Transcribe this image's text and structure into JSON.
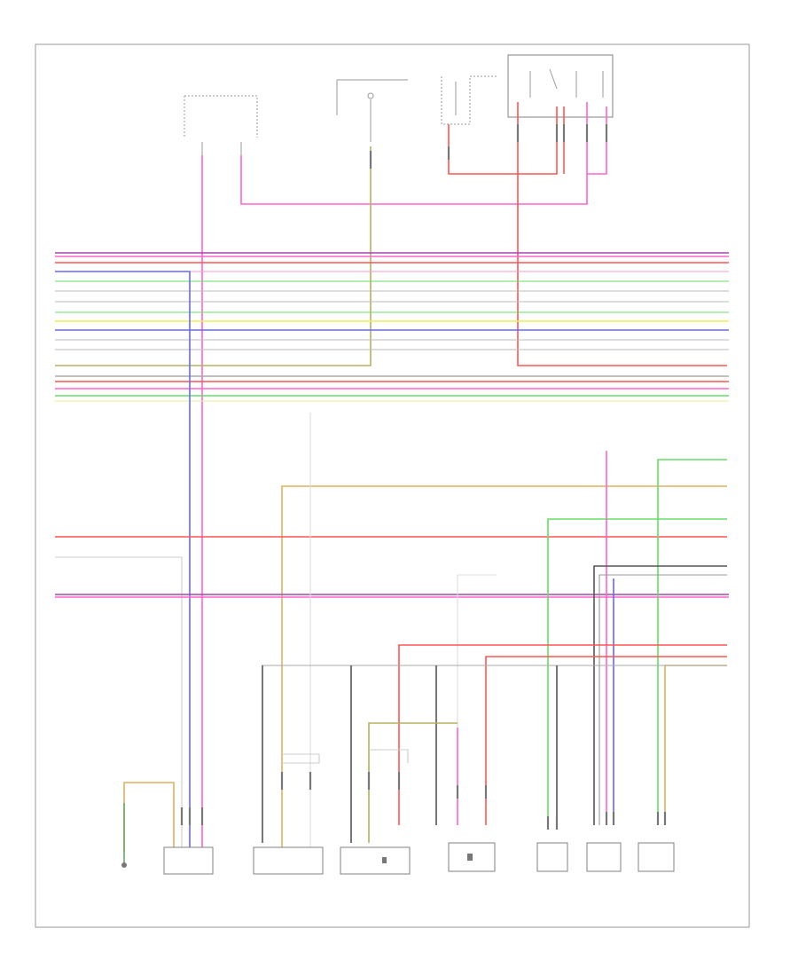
{
  "diagram": {
    "footer_code": "",
    "colors": {
      "frame": "#9a9a9a",
      "component": "#808080",
      "pink": "#ff66cc",
      "blue": "#6666ff",
      "red": "#ff5555",
      "olive": "#b5b060",
      "orange": "#e0b060",
      "green": "#66dd66",
      "yellow": "#eeee55",
      "gray": "#aaaaaa",
      "purple": "#aa44aa",
      "black": "#555555"
    },
    "components": [
      {
        "id": "top-left-module",
        "label": ""
      },
      {
        "id": "top-center-sensor",
        "label": ""
      },
      {
        "id": "top-switch",
        "label": ""
      },
      {
        "id": "top-right-relay",
        "label": ""
      },
      {
        "id": "ground-point",
        "label": ""
      },
      {
        "id": "clutch-switch",
        "label": ""
      },
      {
        "id": "speed-sensor-a",
        "label": ""
      },
      {
        "id": "speed-sensor-b",
        "label": ""
      },
      {
        "id": "speed-sensor-c",
        "label": ""
      },
      {
        "id": "transmission-sensor",
        "label": ""
      },
      {
        "id": "camshaft-sensor-a",
        "label": ""
      },
      {
        "id": "camshaft-sensor-b",
        "label": ""
      }
    ]
  }
}
